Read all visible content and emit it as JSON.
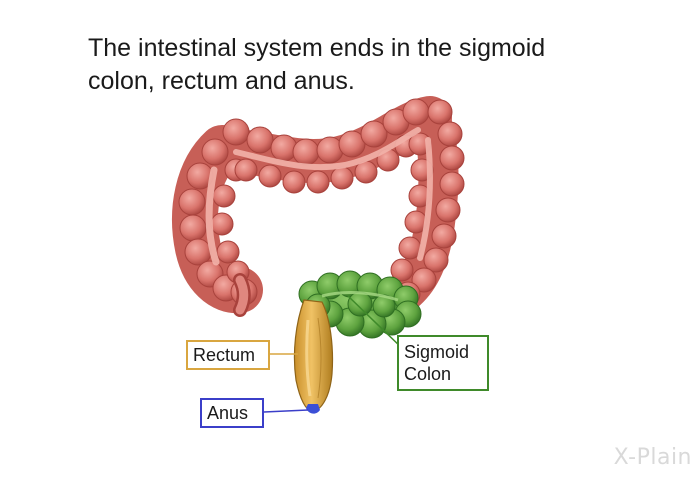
{
  "caption": {
    "line1": "The intestinal system ends in the sigmoid",
    "line2": "colon, rectum and anus."
  },
  "labels": {
    "rectum": "Rectum",
    "sigmoid_line1": "Sigmoid",
    "sigmoid_line2": "Colon",
    "anus": "Anus"
  },
  "watermark": {
    "mark": "X",
    "text": "-Plain"
  },
  "colors": {
    "colon": "#d9736b",
    "colon_dark": "#a8423c",
    "colon_light": "#f2aaa2",
    "sigmoid": "#5ea33f",
    "sigmoid_dark": "#2f6f22",
    "rectum": "#e3b04a",
    "rectum_dark": "#b07d1f",
    "anus": "#3b4fd6",
    "rectum_label_border": "#d9a640",
    "sigmoid_label_border": "#3f8a2a",
    "anus_label_border": "#3b3fc9"
  }
}
